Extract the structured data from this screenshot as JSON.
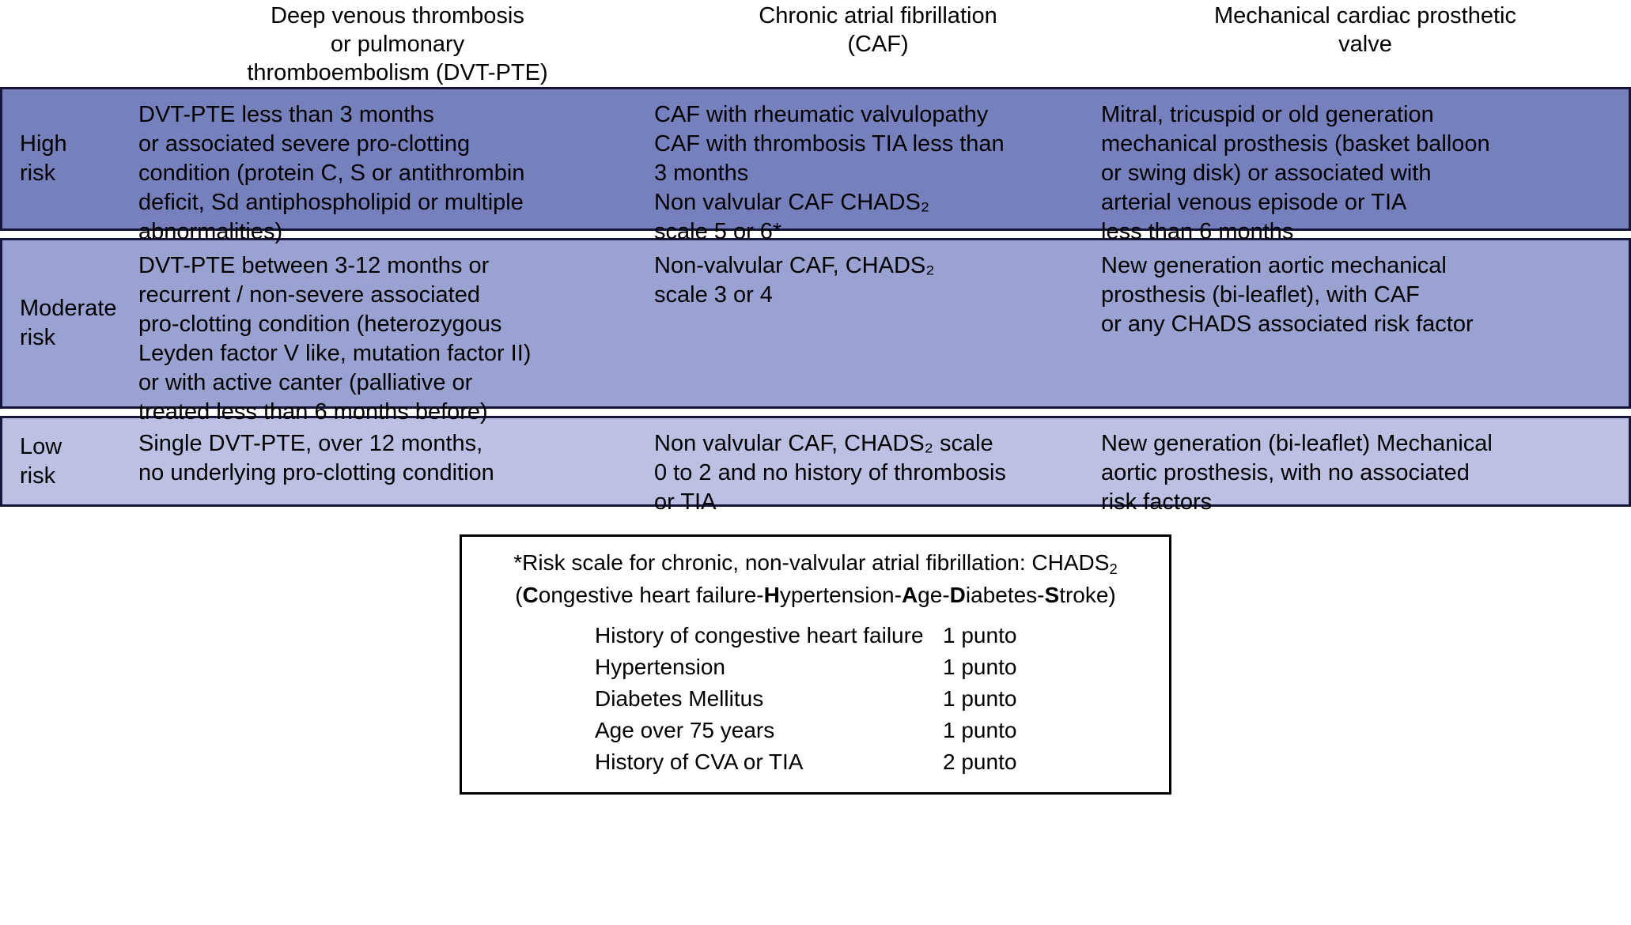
{
  "columns": [
    {
      "id": "dvt-pte",
      "lines": [
        "Deep venous thrombosis",
        "or pulmonary",
        "thromboembolism (DVT-PTE)"
      ]
    },
    {
      "id": "caf",
      "lines": [
        "Chronic atrial fibrillation",
        "(CAF)"
      ]
    },
    {
      "id": "valve",
      "lines": [
        "Mechanical cardiac prosthetic",
        "valve"
      ]
    }
  ],
  "rows": [
    {
      "id": "high",
      "label_lines": [
        "High",
        "risk"
      ],
      "color": "#7680bd",
      "dvt": [
        "DVT-PTE less than 3 months",
        "or associated severe pro-clotting",
        "condition (protein C, S or antithrombin",
        "deficit, Sd antiphospholipid or multiple",
        "abnormalities)"
      ],
      "caf": [
        "CAF with rheumatic valvulopathy",
        "CAF with thrombosis TIA less than",
        "3 months",
        "Non valvular CAF CHADS₂",
        "scale 5 or 6*"
      ],
      "valve": [
        "Mitral, tricuspid or old generation",
        "mechanical prosthesis (basket balloon",
        "or swing disk) or associated with",
        " arterial venous episode or TIA",
        " less than 6 months"
      ]
    },
    {
      "id": "moderate",
      "label_lines": [
        "Moderate",
        "risk"
      ],
      "color": "#9aa2d2",
      "dvt": [
        "DVT-PTE between 3-12 months or",
        "recurrent / non-severe associated",
        "pro-clotting condition (heterozygous",
        "Leyden factor V like, mutation factor II)",
        "or with active canter (palliative or",
        "treated less than 6 months before)"
      ],
      "caf": [
        "Non-valvular CAF, CHADS₂",
        "scale 3 or 4"
      ],
      "valve": [
        "New generation aortic mechanical",
        "prosthesis (bi-leaflet), with CAF",
        "or any CHADS associated risk factor"
      ]
    },
    {
      "id": "low",
      "label_lines": [
        "Low",
        "risk"
      ],
      "color": "#bcc1e3",
      "dvt": [
        "Single DVT-PTE, over 12 months,",
        "no underlying pro-clotting condition"
      ],
      "caf": [
        "Non valvular CAF, CHADS₂ scale",
        "0 to 2 and no history of thrombosis",
        "or TIA"
      ],
      "valve": [
        "New generation (bi-leaflet) Mechanical",
        "aortic prosthesis, with no associated",
        "risk factors"
      ]
    }
  ],
  "footnote": {
    "title_line1_prefix": "*Risk scale for chronic, non-valvular atrial fibrillation: CHADS",
    "title_line1_sub": "2",
    "title_line2_parts": [
      {
        "text": "(",
        "bold": false
      },
      {
        "text": "C",
        "bold": true
      },
      {
        "text": "ongestive heart failure-",
        "bold": false
      },
      {
        "text": "H",
        "bold": true
      },
      {
        "text": "ypertension-",
        "bold": false
      },
      {
        "text": "A",
        "bold": true
      },
      {
        "text": "ge-",
        "bold": false
      },
      {
        "text": "D",
        "bold": true
      },
      {
        "text": "iabetes-",
        "bold": false
      },
      {
        "text": "S",
        "bold": true
      },
      {
        "text": "troke)",
        "bold": false
      }
    ],
    "items": [
      {
        "name": "History of congestive heart failure",
        "score": "1 punto"
      },
      {
        "name": "Hypertension",
        "score": "1 punto"
      },
      {
        "name": "Diabetes Mellitus",
        "score": "1 punto"
      },
      {
        "name": "Age over 75 years",
        "score": "1 punto"
      },
      {
        "name": "History of CVA or TIA",
        "score": "2 punto"
      }
    ]
  },
  "colors": {
    "high_risk_fill": "#7680bd",
    "moderate_risk_fill": "#9aa2d2",
    "low_risk_fill": "#bcc1e3",
    "row_border": "#16163c",
    "footnote_border": "#000000",
    "text": "#000000",
    "background": "#ffffff"
  }
}
